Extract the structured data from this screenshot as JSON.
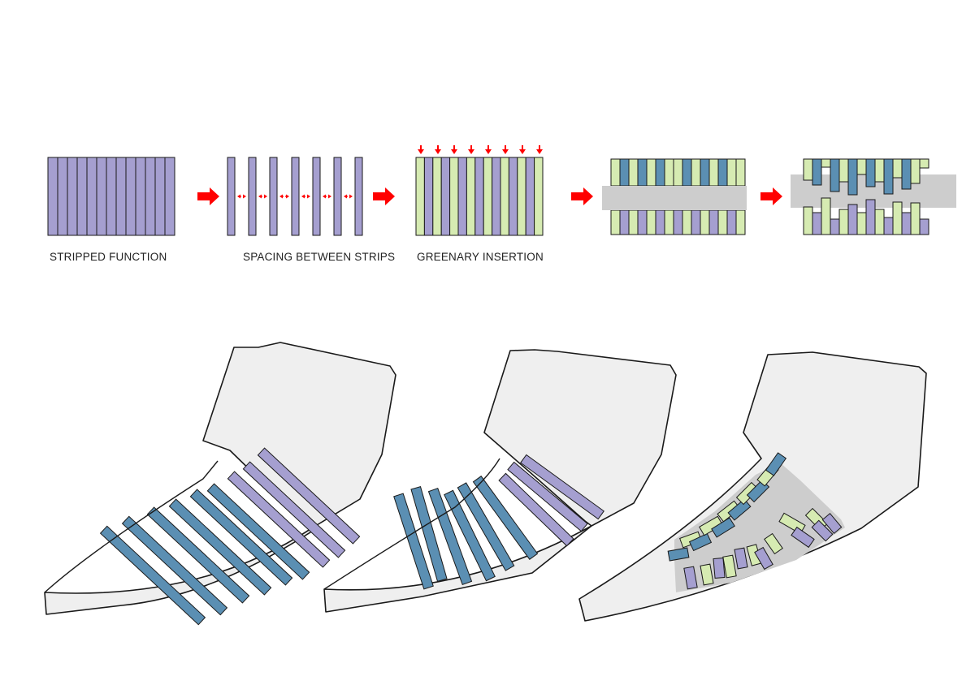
{
  "labels": {
    "step1": "STRIPPED FUNCTION",
    "step2": "SPACING BETWEEN  STRIPS",
    "step3": "GREENARY INSERTION"
  },
  "colors": {
    "purple": "#A59FD0",
    "blue": "#5B8FB3",
    "green": "#D6EBB2",
    "plaza_grey": "#CDCDCD",
    "site_fill": "#EFEFEF",
    "arrow_red": "#FF0000",
    "outline": "#1A1A1A"
  },
  "icons": {
    "step_arrow": "red-right-arrow-icon",
    "spacing_marker": "red-double-arrow-icon",
    "insertion_marker": "red-down-arrow-icon"
  }
}
